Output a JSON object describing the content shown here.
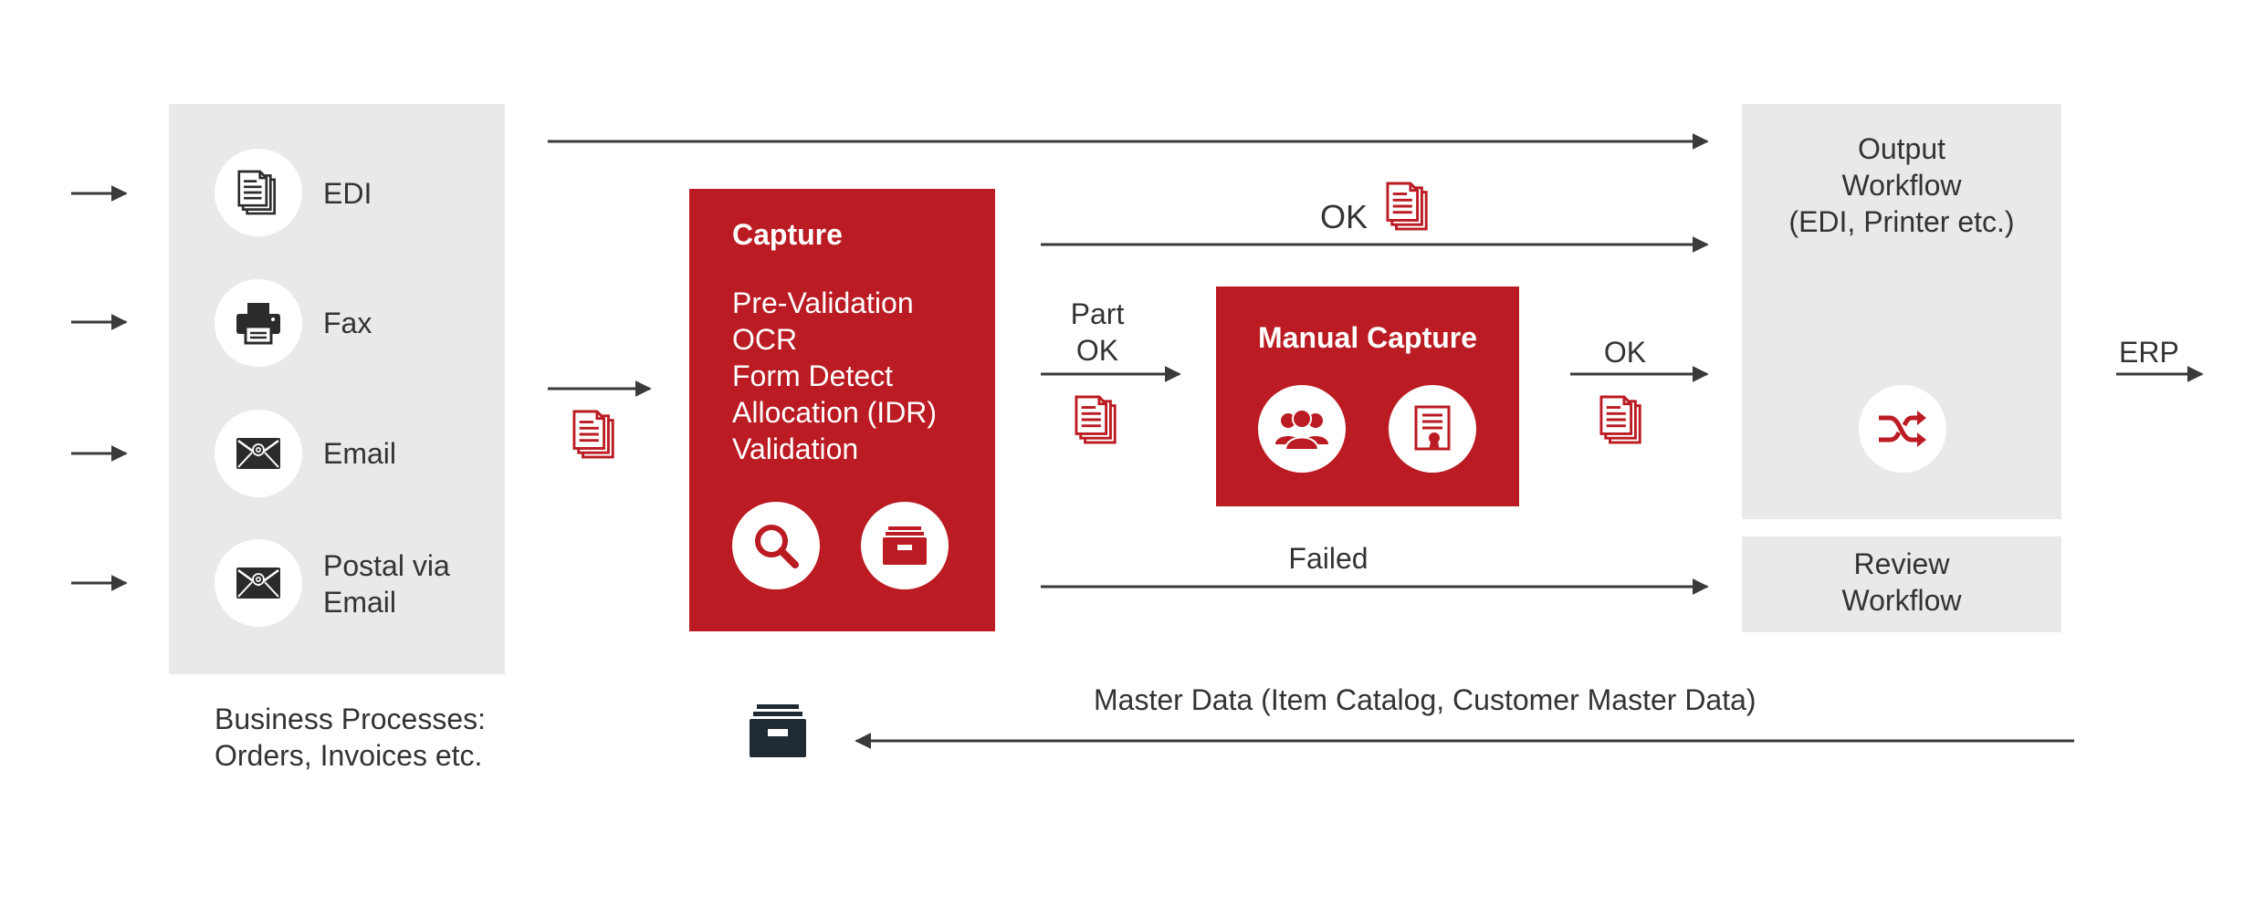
{
  "sources": {
    "items": [
      {
        "label": "EDI",
        "icon": "document-stack-icon"
      },
      {
        "label": "Fax",
        "icon": "printer-icon"
      },
      {
        "label": "Email",
        "icon": "envelope-icon"
      },
      {
        "label_line1": "Postal via",
        "label_line2": "Email",
        "icon": "envelope-icon"
      }
    ],
    "caption_line1": "Business Processes:",
    "caption_line2": "Orders, Invoices etc."
  },
  "capture": {
    "title": "Capture",
    "steps": [
      "Pre-Validation",
      "OCR",
      "Form Detect",
      "Allocation (IDR)",
      "Validation"
    ],
    "icons": [
      "search-icon",
      "archive-box-icon"
    ]
  },
  "manual_capture": {
    "title": "Manual Capture",
    "icons": [
      "users-icon",
      "certificate-icon"
    ]
  },
  "flows": {
    "ok_top": "OK",
    "part_ok_line1": "Part",
    "part_ok_line2": "OK",
    "ok_manual": "OK",
    "failed": "Failed",
    "master_data": "Master Data (Item Catalog, Customer Master Data)",
    "erp": "ERP"
  },
  "output": {
    "line1": "Output",
    "line2": "Workflow",
    "line3": "(EDI, Printer etc.)",
    "icon": "shuffle-icon"
  },
  "review": {
    "line1": "Review",
    "line2": "Workflow"
  },
  "colors": {
    "accent_red": "#bb1b22",
    "panel_gray": "#e9e9e9",
    "text_gray": "#333333",
    "archive_dark": "#1f2a33"
  }
}
